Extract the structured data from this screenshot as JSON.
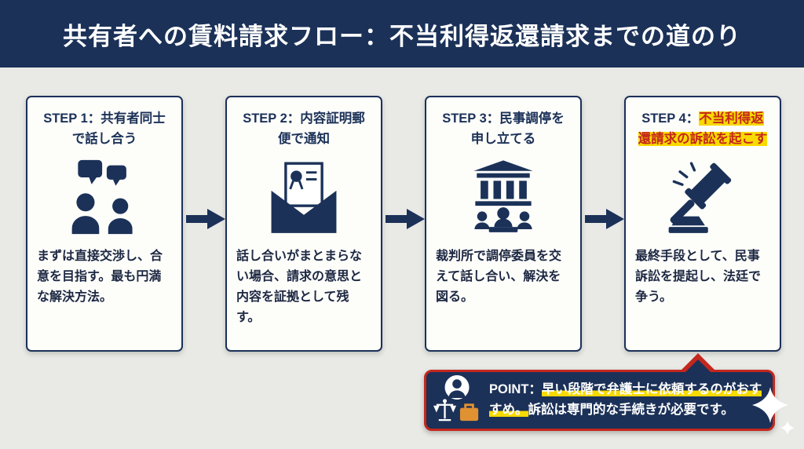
{
  "header": {
    "title": "共有者への賃料請求フロー：不当利得返還請求までの道のり"
  },
  "steps": [
    {
      "title": "STEP 1：共有者同士で話し合う",
      "icon": "discussion-people-icon",
      "description": "まずは直接交渉し、合意を目指す。最も円満な解決方法。"
    },
    {
      "title": "STEP 2：内容証明郵便で通知",
      "icon": "certified-mail-icon",
      "description": "話し合いがまとまらない場合、請求の意思と内容を証拠として残す。"
    },
    {
      "title": "STEP 3：民事調停を申し立てる",
      "icon": "courthouse-mediation-icon",
      "description": "裁判所で調停委員を交えて話し合い、解決を図る。"
    },
    {
      "title_prefix": "STEP 4：",
      "title_highlight": "不当利得返還請求の訴訟を起こす",
      "icon": "gavel-icon",
      "description": "最終手段として、民事訴訟を提起し、法廷で争う。"
    }
  ],
  "point": {
    "label": "POINT：",
    "highlight": "早い段階で弁護士に依頼するのがおすすめ。",
    "rest": "訴訟は専門的な手続きが必要です。",
    "icon": "lawyer-scales-icon"
  },
  "icons": {
    "arrow": "arrow-right-icon",
    "decoration": "sparkle-icon"
  },
  "colors": {
    "navy": "#1b3158",
    "red": "#c4271d",
    "highlight_yellow": "#f8d900",
    "background": "#e9e9e6",
    "card_background": "#fdfdfa",
    "briefcase_orange": "#e09132",
    "text_white": "#ffffff"
  }
}
